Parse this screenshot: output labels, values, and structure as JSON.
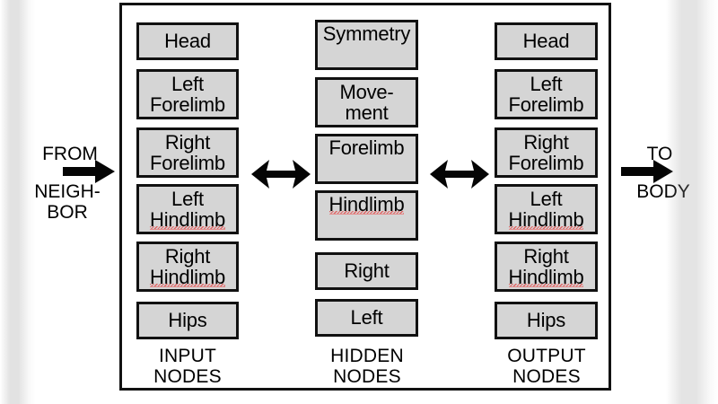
{
  "diagram": {
    "title": "Neural network node diagram",
    "frame_color": "#121212",
    "node_fill": "#d5d5d5",
    "node_border": "#111111",
    "spellcheck_underline_color": "#e06666",
    "background": "#ffffff",
    "columns": [
      {
        "id": "input",
        "caption_line1": "INPUT",
        "caption_line2": "NODES",
        "nodes": [
          {
            "lines": [
              "Head"
            ],
            "misspelled": []
          },
          {
            "lines": [
              "Left",
              "Forelimb"
            ],
            "misspelled": []
          },
          {
            "lines": [
              "Right",
              "Forelimb"
            ],
            "misspelled": []
          },
          {
            "lines": [
              "Left",
              "Hindlimb"
            ],
            "misspelled": [
              "Hindlimb"
            ]
          },
          {
            "lines": [
              "Right",
              "Hindlimb"
            ],
            "misspelled": [
              "Hindlimb"
            ]
          },
          {
            "lines": [
              "Hips"
            ],
            "misspelled": []
          }
        ]
      },
      {
        "id": "hidden",
        "caption_line1": "HIDDEN",
        "caption_line2": "NODES",
        "nodes": [
          {
            "lines": [
              "Symmetry"
            ],
            "misspelled": []
          },
          {
            "lines": [
              "Move-",
              "ment"
            ],
            "misspelled": []
          },
          {
            "lines": [
              "Forelimb"
            ],
            "misspelled": []
          },
          {
            "lines": [
              "Hindlimb"
            ],
            "misspelled": [
              "Hindlimb"
            ]
          },
          {
            "lines": [
              "Right"
            ],
            "misspelled": []
          },
          {
            "lines": [
              "Left"
            ],
            "misspelled": []
          }
        ]
      },
      {
        "id": "output",
        "caption_line1": "OUTPUT",
        "caption_line2": "NODES",
        "nodes": [
          {
            "lines": [
              "Head"
            ],
            "misspelled": []
          },
          {
            "lines": [
              "Left",
              "Forelimb"
            ],
            "misspelled": []
          },
          {
            "lines": [
              "Right",
              "Forelimb"
            ],
            "misspelled": []
          },
          {
            "lines": [
              "Left",
              "Hindlimb"
            ],
            "misspelled": [
              "Hindlimb"
            ]
          },
          {
            "lines": [
              "Right",
              "Hindlimb"
            ],
            "misspelled": [
              "Hindlimb"
            ]
          },
          {
            "lines": [
              "Hips"
            ],
            "misspelled": []
          }
        ]
      }
    ],
    "connectors": [
      {
        "id": "input-hidden",
        "type": "double-arrow"
      },
      {
        "id": "hidden-output",
        "type": "double-arrow"
      }
    ],
    "external": {
      "left": {
        "line1": "FROM",
        "line2": "NEIGH-",
        "line3": "BOR",
        "arrow": "right-arrow"
      },
      "right": {
        "line1": "TO",
        "line2": "BODY",
        "arrow": "right-arrow"
      }
    }
  }
}
